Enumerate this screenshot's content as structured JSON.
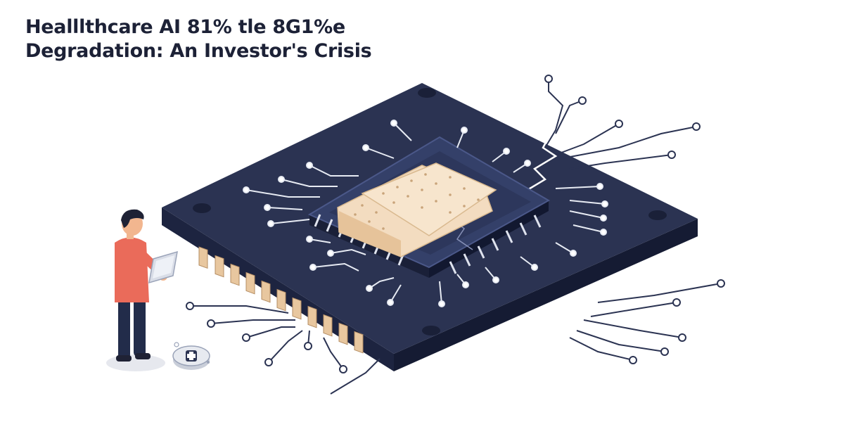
{
  "title": {
    "line1": "Healllthcare AI 81% tle 8G1%e",
    "line2": "Degradation: An Investor's Crisis"
  },
  "illustration": {
    "subject": "cracked-circuit-chip-with-bandage",
    "figure": "person-holding-tablet",
    "small_object": "medical-cross-badge"
  },
  "colors": {
    "title": "#1c2136",
    "board": "#2b3352",
    "board_side": "#1d2440",
    "board_top_edge": "#3a4468",
    "trace": "#2b3352",
    "pin": "#e8c79f",
    "bandage": "#f3dcc0",
    "bandage_dark": "#e6c39a",
    "shirt": "#ea6b5a",
    "pants": "#222c4a",
    "skin": "#f2b68f",
    "hair": "#1f2235"
  }
}
